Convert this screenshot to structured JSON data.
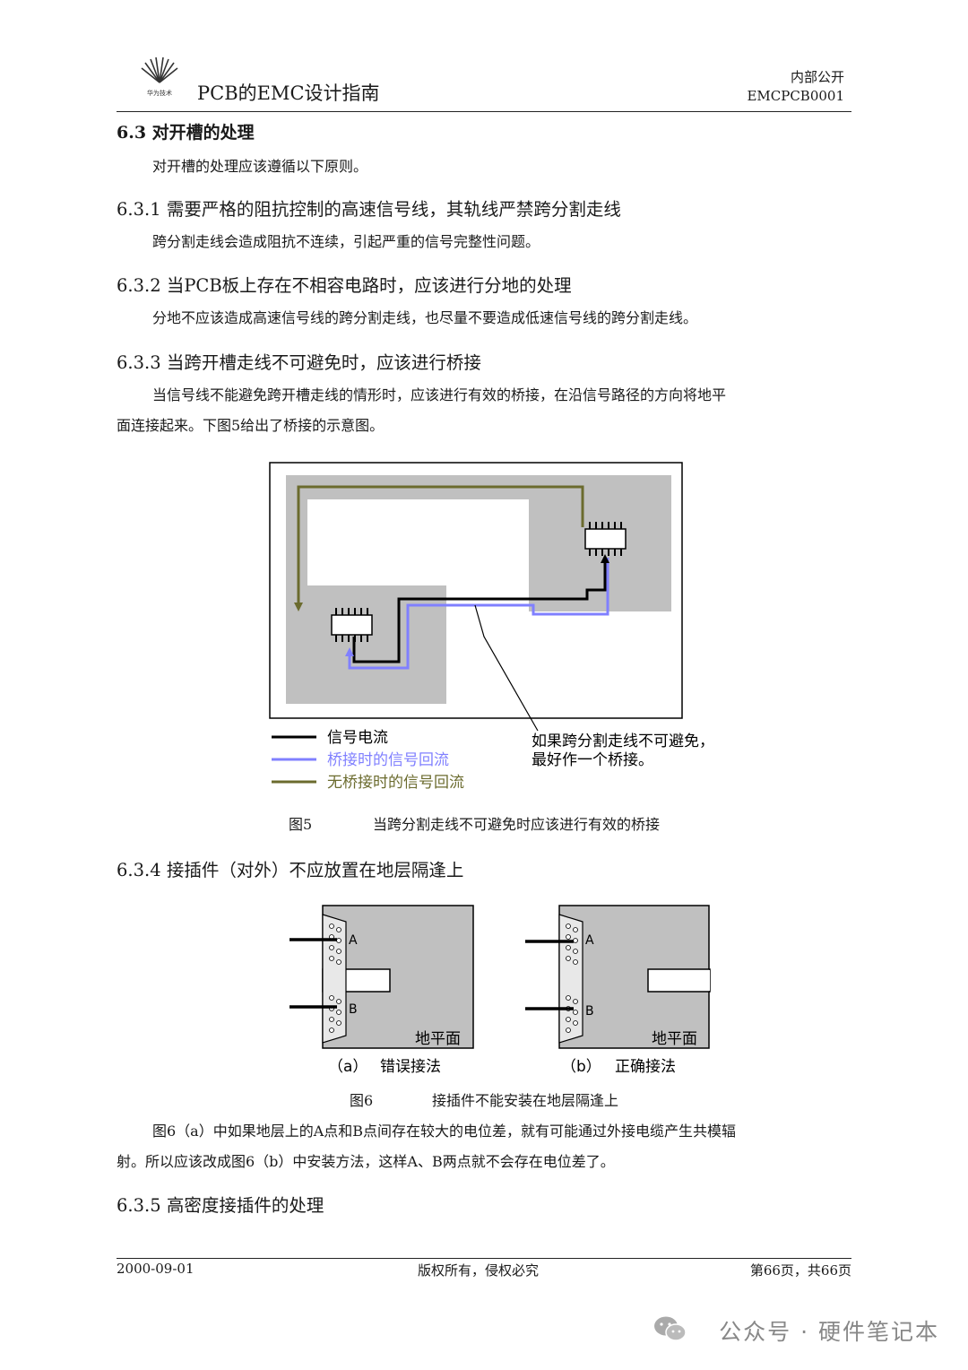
{
  "header": {
    "logo_caption": "华为技术",
    "title": "PCB的EMC设计指南",
    "classification": "内部公开",
    "doc_code": "EMCPCB0001"
  },
  "section": {
    "heading": "6.3 对开槽的处理",
    "intro": "对开槽的处理应该遵循以下原则。"
  },
  "s631": {
    "heading": "6.3.1 需要严格的阻抗控制的高速信号线，其轨线严禁跨分割走线",
    "body": "跨分割走线会造成阻抗不连续，引起严重的信号完整性问题。"
  },
  "s632": {
    "heading": "6.3.2 当PCB板上存在不相容电路时，应该进行分地的处理",
    "body": "分地不应该造成高速信号线的跨分割走线，也尽量不要造成低速信号线的跨分割走线。"
  },
  "s633": {
    "heading": "6.3.3 当跨开槽走线不可避免时，应该进行桥接",
    "body_line1": "当信号线不能避免跨开槽走线的情形时，应该进行有效的桥接，在沿信号路径的方向将地平",
    "body_line2": "面连接起来。下图5给出了桥接的示意图。"
  },
  "figure5": {
    "legend": [
      "信号电流",
      "桥接时的信号回流",
      "无桥接时的信号回流"
    ],
    "note_line1": "如果跨分割走线不可避免，",
    "note_line2": "最好作一个桥接。",
    "caption_num": "图5",
    "caption_text": "当跨分割走线不可避免时应该进行有效的桥接",
    "colors": {
      "signal": "#000000",
      "bridge_return": "#8080ff",
      "no_bridge_return": "#6b6b2e",
      "plane": "#c0c0c0"
    }
  },
  "s634": {
    "heading": "6.3.4 接插件（对外）不应放置在地层隔逢上"
  },
  "figure6": {
    "label_a": "A",
    "label_b": "B",
    "plane_label": "地平面",
    "sub_a_tag": "（a）",
    "sub_a_text": "错误接法",
    "sub_b_tag": "（b）",
    "sub_b_text": "正确接法",
    "caption_num": "图6",
    "caption_text": "接插件不能安装在地层隔逢上"
  },
  "para6": {
    "line1": "图6（a）中如果地层上的A点和B点间存在较大的电位差，就有可能通过外接电缆产生共模辐",
    "line2": "射。所以应该改成图6（b）中安装方法，这样A、B两点就不会存在电位差了。"
  },
  "s635": {
    "heading": "6.3.5 高密度接插件的处理"
  },
  "footer": {
    "date": "2000-09-01",
    "copyright": "版权所有，侵权必究",
    "page": "第66页，共66页"
  },
  "watermark": {
    "text": "公众号 · 硬件笔记本",
    "icon": "wechat-icon"
  }
}
